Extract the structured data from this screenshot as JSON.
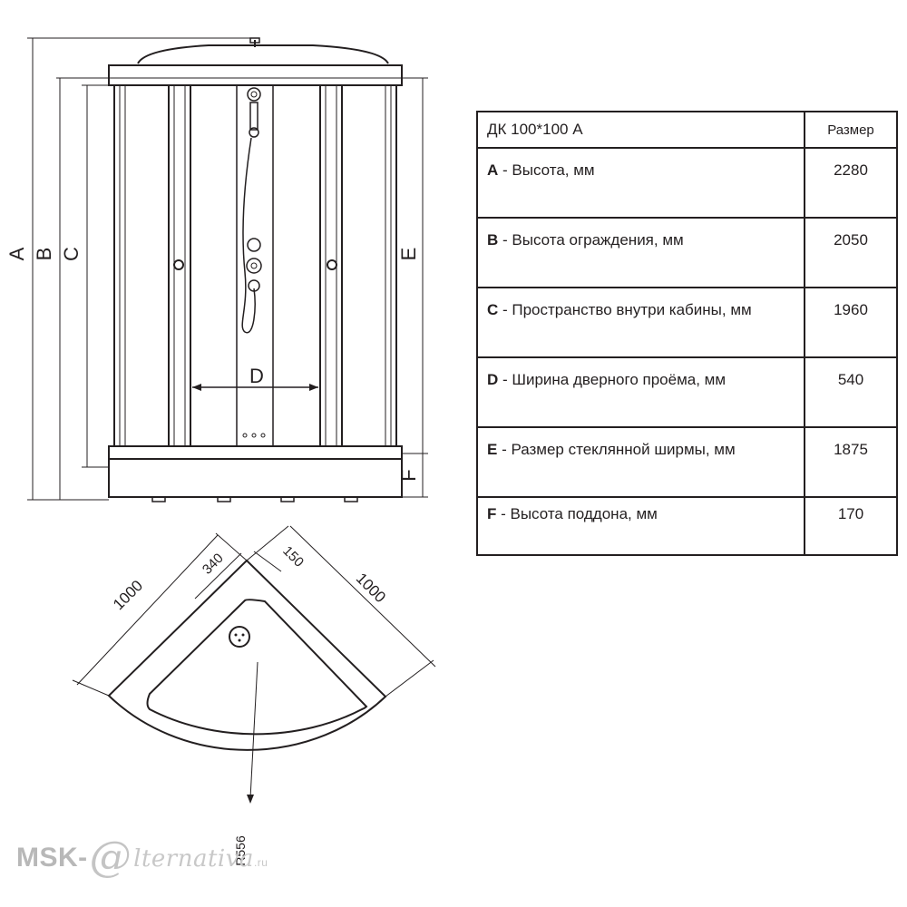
{
  "front_view": {
    "dimension_labels": {
      "a": "A",
      "b": "B",
      "c": "C",
      "d": "D",
      "e": "E",
      "f": "F"
    }
  },
  "table": {
    "model": "ДК  100*100 А",
    "size_header": "Размер",
    "rows": [
      {
        "code": "A",
        "label": " - Высота, мм",
        "value": "2280"
      },
      {
        "code": "B",
        "label": " - Высота ограждения, мм",
        "value": "2050"
      },
      {
        "code": "C",
        "label": " - Пространство внутри кабины, мм",
        "value": "1960"
      },
      {
        "code": "D",
        "label": " - Ширина дверного проёма, мм",
        "value": "540"
      },
      {
        "code": "E",
        "label": " - Размер стеклянной ширмы, мм",
        "value": "1875"
      },
      {
        "code": "F",
        "label": " - Высота поддона, мм",
        "value": "170"
      }
    ]
  },
  "plan_view": {
    "side_left": "1000",
    "side_right": "1000",
    "offset_a": "340",
    "offset_b": "150",
    "radius": "R556"
  },
  "watermark": {
    "prefix": "MSK-",
    "at": "@",
    "rest": "lternativa",
    "tld": ".ru"
  }
}
